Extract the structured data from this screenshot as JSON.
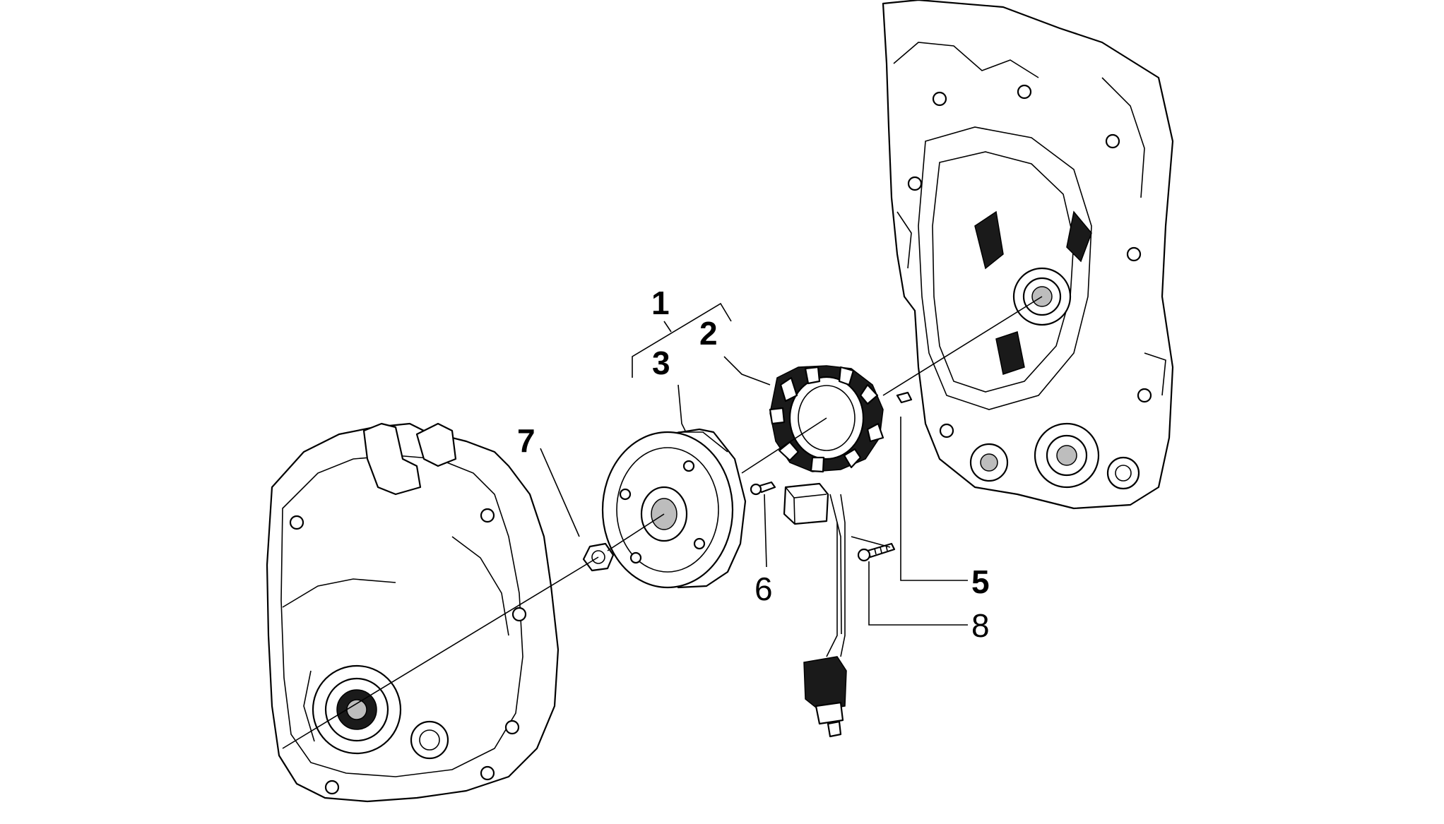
{
  "callouts": [
    {
      "id": "1",
      "label": "1"
    },
    {
      "id": "2",
      "label": "2"
    },
    {
      "id": "3",
      "label": "3"
    },
    {
      "id": "5",
      "label": "5"
    },
    {
      "id": "6",
      "label": "6"
    },
    {
      "id": "7",
      "label": "7"
    },
    {
      "id": "8",
      "label": "8"
    }
  ]
}
